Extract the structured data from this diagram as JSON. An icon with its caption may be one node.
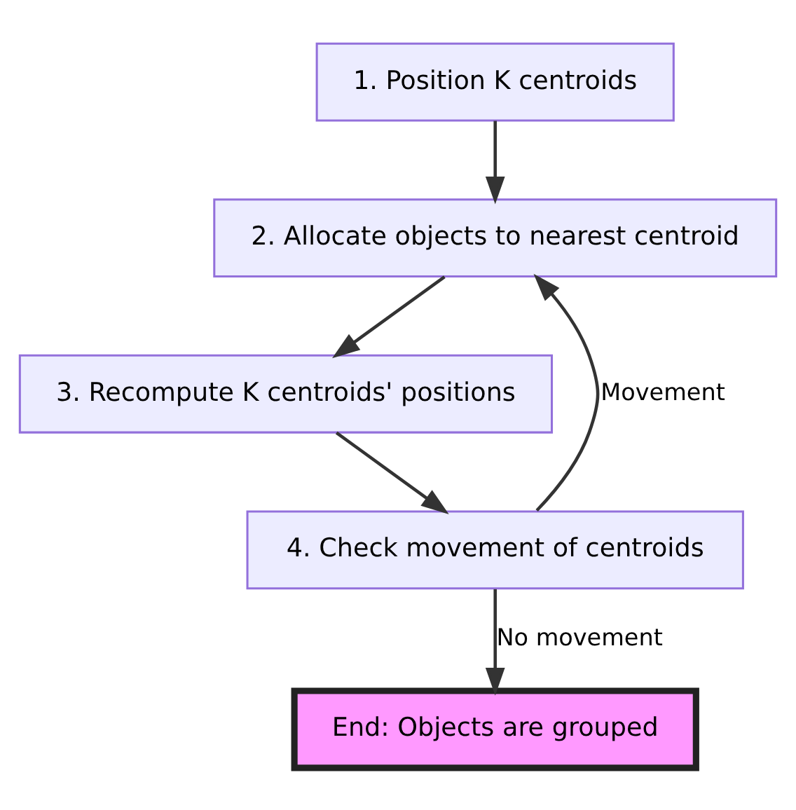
{
  "diagram": {
    "nodes": [
      {
        "text": [
          "1. Position K centroids"
        ]
      },
      {
        "text": [
          "2. Allocate objects to nearest centroid"
        ]
      },
      {
        "text": [
          "3. Recompute K centroids' positions"
        ]
      },
      {
        "text": [
          "4. Check movement of centroids"
        ]
      },
      {
        "text": [
          "End: Objects are grouped"
        ]
      }
    ],
    "edges": [
      {
        "from": 0,
        "to": 1,
        "arrow": "to"
      },
      {
        "from": 1,
        "to": 2,
        "arrow": "to"
      },
      {
        "from": 2,
        "to": 3,
        "arrow": "to"
      },
      {
        "from": 3,
        "to": 1,
        "arrow": "to",
        "label": "Movement"
      },
      {
        "from": 3,
        "to": 4,
        "arrow": "to",
        "label": "No movement"
      }
    ]
  }
}
